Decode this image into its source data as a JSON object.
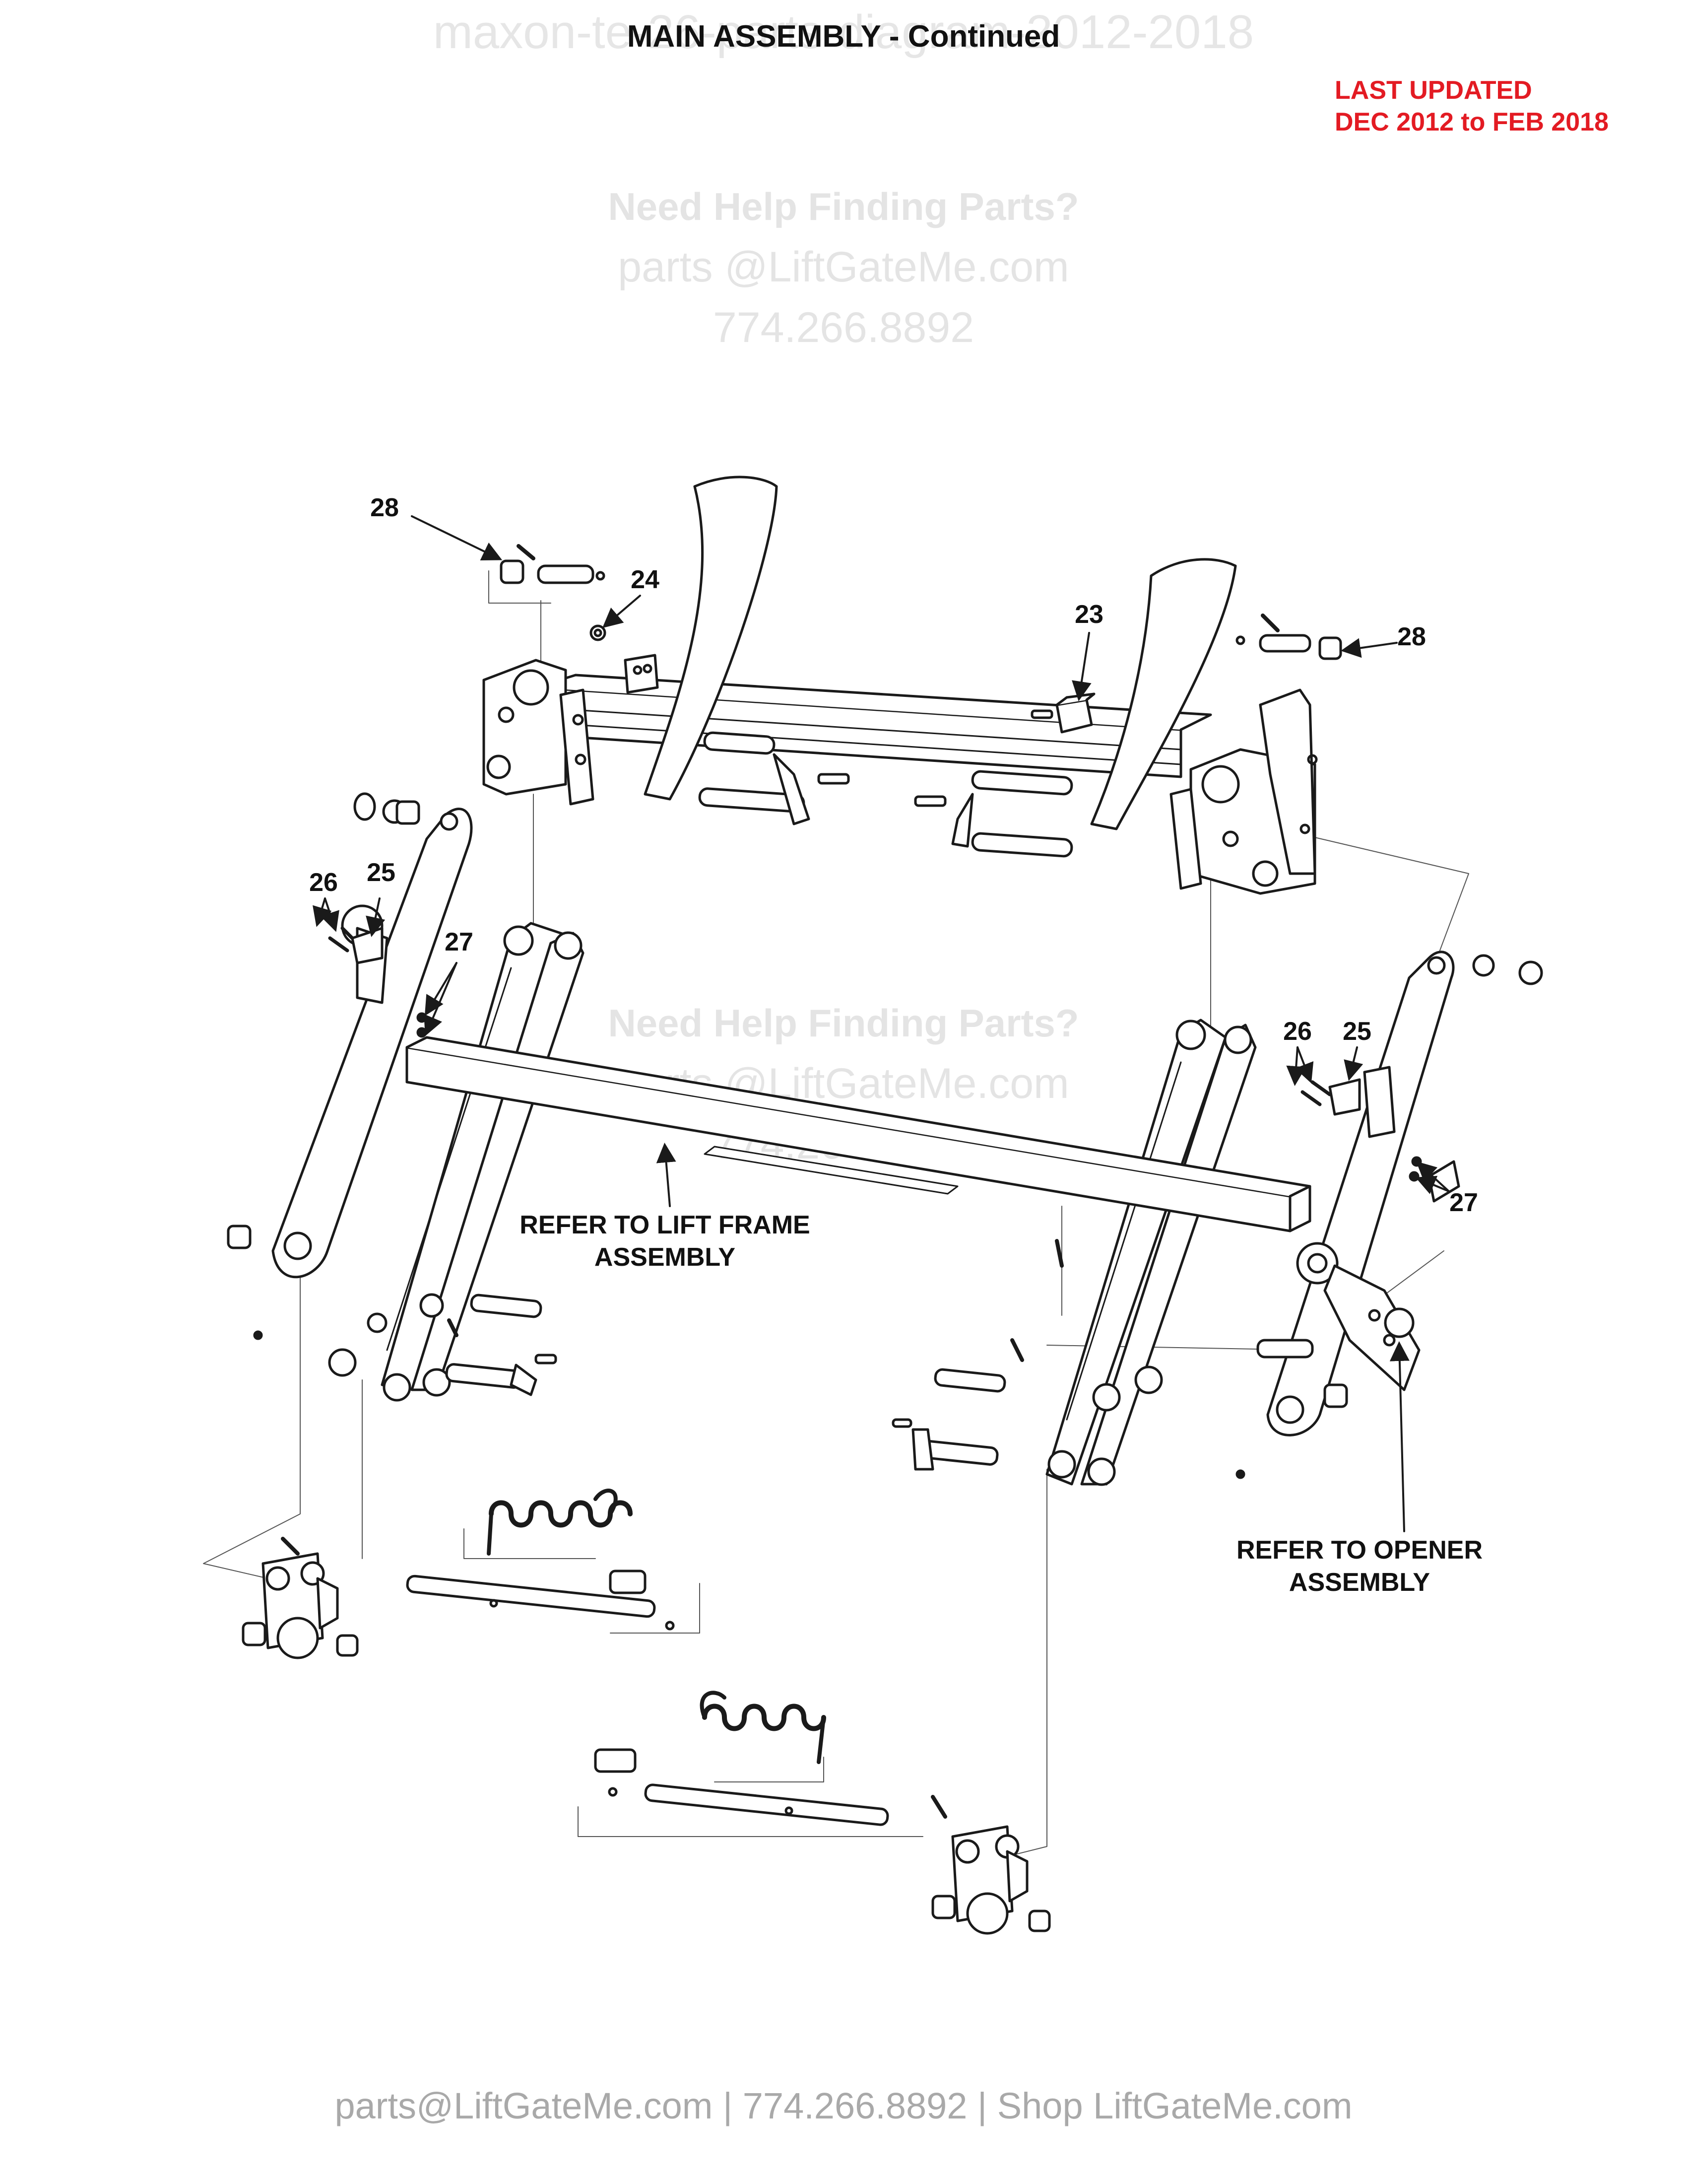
{
  "header": {
    "watermark": "maxon-te-26-parts-diagram-2012-2018",
    "title": "MAIN ASSEMBLY - Continued",
    "updated_line1": "LAST UPDATED",
    "updated_line2": "DEC 2012 to FEB 2018"
  },
  "watermark_help": {
    "heading": "Need Help Finding Parts?",
    "email": "parts @LiftGateMe.com",
    "phone": "774.266.8892"
  },
  "callouts": {
    "c28_left": "28",
    "c24": "24",
    "c23": "23",
    "c28_right": "28",
    "c26_left": "26",
    "c25_left": "25",
    "c27_left": "27",
    "c26_right": "26",
    "c25_right": "25",
    "c27_right": "27"
  },
  "notes": {
    "lift_frame_1": "REFER TO LIFT FRAME",
    "lift_frame_2": "ASSEMBLY",
    "opener_1": "REFER TO OPENER",
    "opener_2": "ASSEMBLY"
  },
  "footer": {
    "text": "parts@LiftGateMe.com | 774.266.8892 | Shop LiftGateMe.com"
  },
  "colors": {
    "ink": "#1a1a1a",
    "accent_red": "#e31b23",
    "watermark": "#e4e4e4"
  }
}
